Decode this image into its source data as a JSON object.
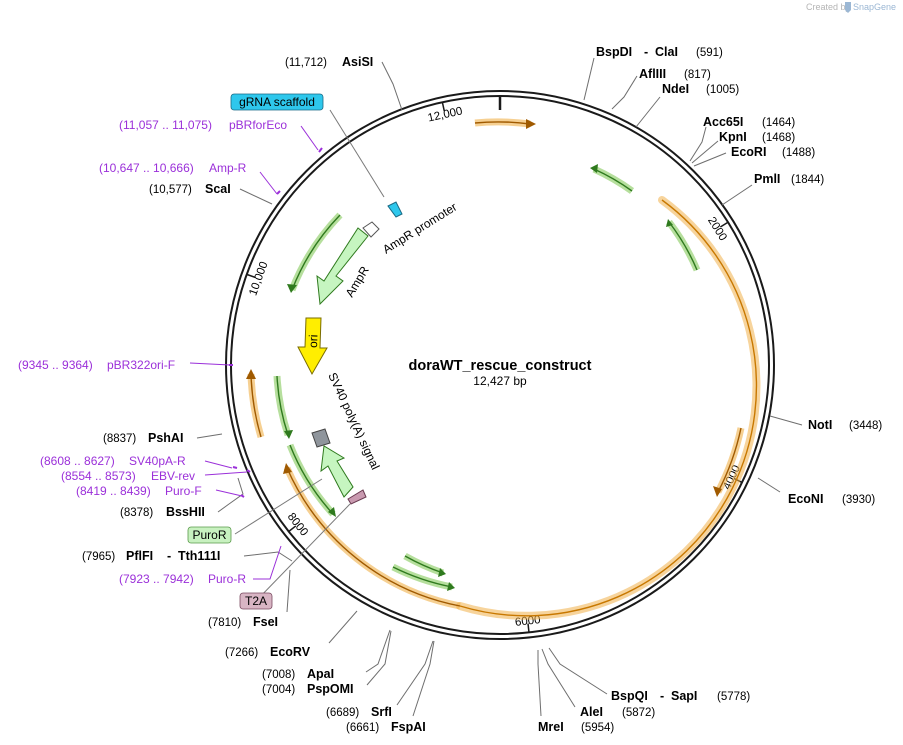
{
  "credit": {
    "prefix": "Created by",
    "brand": "SnapGene",
    "brand_color": "#9bb7d4"
  },
  "plasmid": {
    "name": "doraWT_rescue_construct",
    "length_label": "12,427 bp",
    "length": 12427,
    "ring_color": "#1a1a1a"
  },
  "ticks": [
    {
      "pos": 0,
      "label": ""
    },
    {
      "pos": 2000,
      "label": "2000"
    },
    {
      "pos": 4000,
      "label": "4000"
    },
    {
      "pos": 6000,
      "label": "6000"
    },
    {
      "pos": 8000,
      "label": "8000"
    },
    {
      "pos": 10000,
      "label": "10,000"
    },
    {
      "pos": 12000,
      "label": "12,000"
    }
  ],
  "sites": [
    {
      "name": "AsiSI",
      "pos_label": "(11,712)",
      "pos": 11712
    },
    {
      "name": "BspDI",
      "name2": "ClaI",
      "pos_label": "(591)",
      "pos": 591
    },
    {
      "name": "AflIII",
      "pos_label": "(817)",
      "pos": 817
    },
    {
      "name": "NdeI",
      "pos_label": "(1005)",
      "pos": 1005
    },
    {
      "name": "Acc65I",
      "pos_label": "(1464)",
      "pos": 1464
    },
    {
      "name": "KpnI",
      "pos_label": "(1468)",
      "pos": 1468
    },
    {
      "name": "EcoRI",
      "pos_label": "(1488)",
      "pos": 1488
    },
    {
      "name": "PmlI",
      "pos_label": "(1844)",
      "pos": 1844
    },
    {
      "name": "NotI",
      "pos_label": "(3448)",
      "pos": 3448
    },
    {
      "name": "EcoNI",
      "pos_label": "(3930)",
      "pos": 3930
    },
    {
      "name": "BspQI",
      "name2": "SapI",
      "pos_label": "(5778)",
      "pos": 5778
    },
    {
      "name": "AleI",
      "pos_label": "(5872)",
      "pos": 5872
    },
    {
      "name": "MreI",
      "pos_label": "(5954)",
      "pos": 5954
    },
    {
      "name": "FspAI",
      "pos_label": "(6661)",
      "pos": 6661
    },
    {
      "name": "SrfI",
      "pos_label": "(6689)",
      "pos": 6689
    },
    {
      "name": "PspOMI",
      "pos_label": "(7004)",
      "pos": 7004
    },
    {
      "name": "ApaI",
      "pos_label": "(7008)",
      "pos": 7008
    },
    {
      "name": "EcoRV",
      "pos_label": "(7266)",
      "pos": 7266
    },
    {
      "name": "FseI",
      "pos_label": "(7810)",
      "pos": 7810
    },
    {
      "name": "PflFI",
      "name2": "Tth111I",
      "pos_label": "(7965)",
      "pos": 7965
    },
    {
      "name": "BssHII",
      "pos_label": "(8378)",
      "pos": 8378
    },
    {
      "name": "PshAI",
      "pos_label": "(8837)",
      "pos": 8837
    },
    {
      "name": "ScaI",
      "pos_label": "(10,577)",
      "pos": 10577
    }
  ],
  "primers": [
    {
      "name": "pBRforEco",
      "range": "(11,057 .. 11,075)",
      "color": "#9b30d9"
    },
    {
      "name": "Amp-R",
      "range": "(10,647 .. 10,666)",
      "color": "#9b30d9"
    },
    {
      "name": "pBR322ori-F",
      "range": "(9345 .. 9364)",
      "color": "#9b30d9"
    },
    {
      "name": "SV40pA-R",
      "range": "(8608 .. 8627)",
      "color": "#9b30d9"
    },
    {
      "name": "EBV-rev",
      "range": "(8554 .. 8573)",
      "color": "#9b30d9"
    },
    {
      "name": "Puro-F",
      "range": "(8419 .. 8439)",
      "color": "#9b30d9"
    },
    {
      "name": "Puro-R",
      "range": "(7923 .. 7942)",
      "color": "#9b30d9"
    }
  ],
  "features": {
    "ampr_promoter": "AmpR promoter",
    "ampr": "AmpR",
    "ori": "ori",
    "sv40": "SV40 poly(A) signal",
    "grna": "gRNA scaffold",
    "puror": "PuroR",
    "t2a": "T2A"
  },
  "colors": {
    "orf_orange": "#f0b04a",
    "orf_green": "#86c95c",
    "ampr_fill": "#c6f5c0",
    "ori_fill": "#ffee00",
    "grna_fill": "#2ec7ec",
    "sv40_fill": "#8f959c",
    "t2a_fill": "#c99ab0",
    "puror_box": "#c8f1c0",
    "t2a_box": "#d8b5c4"
  }
}
